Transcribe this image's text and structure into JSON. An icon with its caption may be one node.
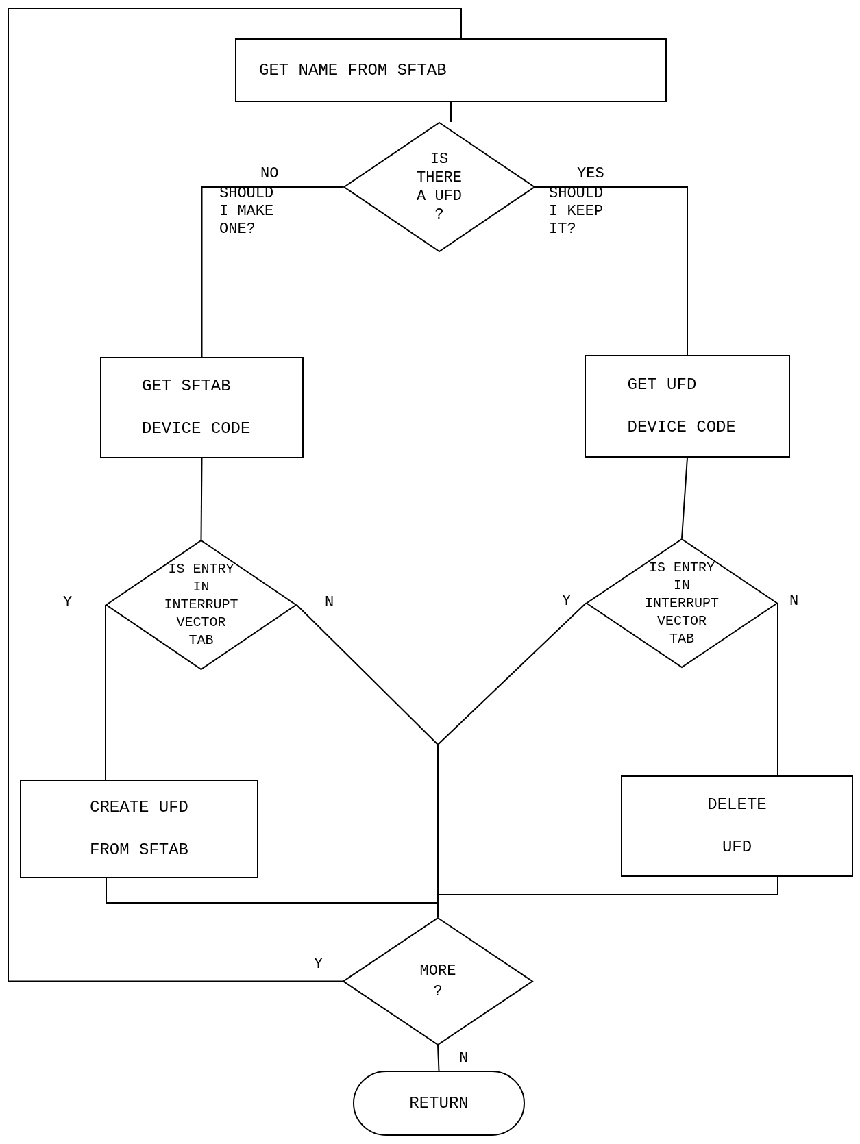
{
  "diagram": {
    "nodes": [
      {
        "text": [
          "GET NAME FROM SFTAB"
        ]
      },
      {
        "text": [
          "IS THERE A UFD ?"
        ]
      },
      {
        "text": [
          "GET SFTAB DEVICE CODE"
        ]
      },
      {
        "text": [
          "GET UFD DEVICE CODE"
        ]
      },
      {
        "text": [
          "IS ENTRY IN INTERRUPT VECTOR TAB"
        ]
      },
      {
        "text": [
          "IS ENTRY IN INTERRUPT VECTOR TAB"
        ]
      },
      {
        "text": [
          "CREATE UFD FROM SFTAB"
        ]
      },
      {
        "text": [
          "DELETE UFD"
        ]
      },
      {
        "text": [
          "MORE ?"
        ]
      },
      {
        "text": [
          "RETURN"
        ]
      }
    ],
    "edges": [
      {
        "from": 0,
        "to": 1,
        "arrow": "none"
      },
      {
        "from": 1,
        "to": 2,
        "arrow": "none",
        "label": "NO"
      },
      {
        "from": 1,
        "to": 3,
        "arrow": "none",
        "label": "YES"
      },
      {
        "from": 2,
        "to": 4,
        "arrow": "none"
      },
      {
        "from": 3,
        "to": 5,
        "arrow": "none"
      },
      {
        "from": 4,
        "to": 6,
        "arrow": "none",
        "label": "Y"
      },
      {
        "from": 5,
        "to": 7,
        "arrow": "none",
        "label": "N"
      },
      {
        "from": 4,
        "to": 8,
        "arrow": "none",
        "label": "N"
      },
      {
        "from": 5,
        "to": 8,
        "arrow": "none",
        "label": "Y"
      },
      {
        "from": 6,
        "to": 8,
        "arrow": "none"
      },
      {
        "from": 7,
        "to": 8,
        "arrow": "none"
      },
      {
        "from": 8,
        "to": 0,
        "arrow": "none",
        "label": "Y"
      },
      {
        "from": 8,
        "to": 9,
        "arrow": "none",
        "label": "N"
      }
    ],
    "labels": [
      "SHOULD I MAKE ONE?",
      "SHOULD I KEEP IT?"
    ]
  }
}
